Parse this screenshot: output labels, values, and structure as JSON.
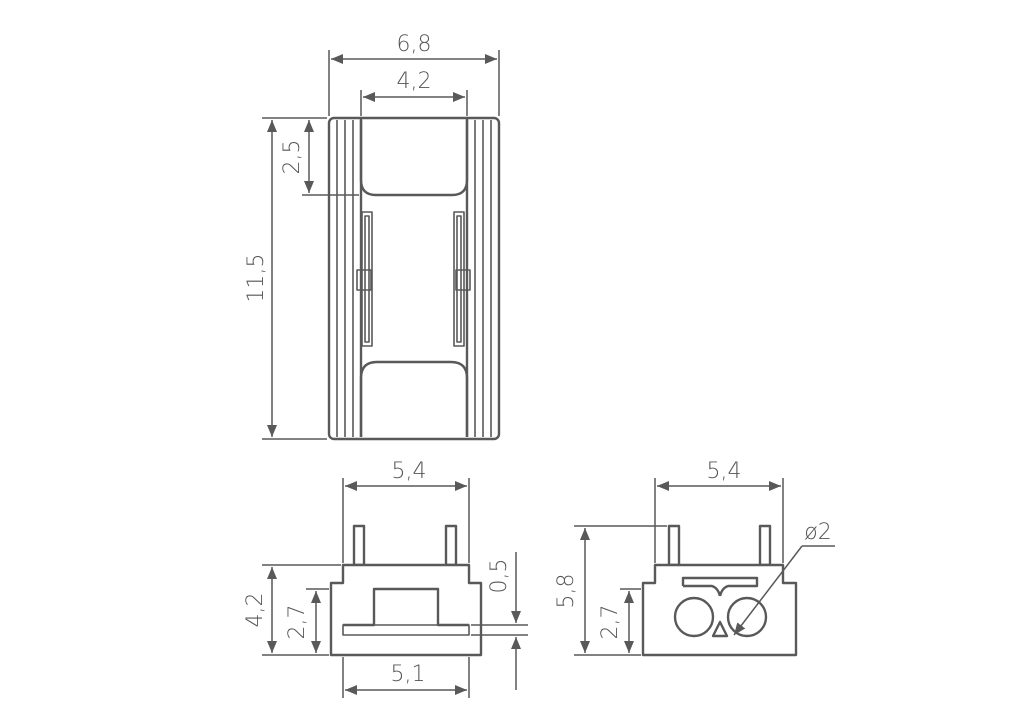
{
  "dimensions": {
    "top_width": "6,8",
    "top_inner_width": "4,2",
    "top_pad_height": "2,5",
    "top_height": "11,5",
    "front_width": "5,4",
    "front_height": "4,2",
    "front_inner_height": "2,7",
    "front_slot": "0,5",
    "front_bottom_width": "5,1",
    "side_width": "5,4",
    "side_height": "5,8",
    "side_inner_height": "2,7",
    "side_diameter": "ø2"
  },
  "colors": {
    "line": "#595959",
    "text": "#555555",
    "background": "#ffffff"
  }
}
